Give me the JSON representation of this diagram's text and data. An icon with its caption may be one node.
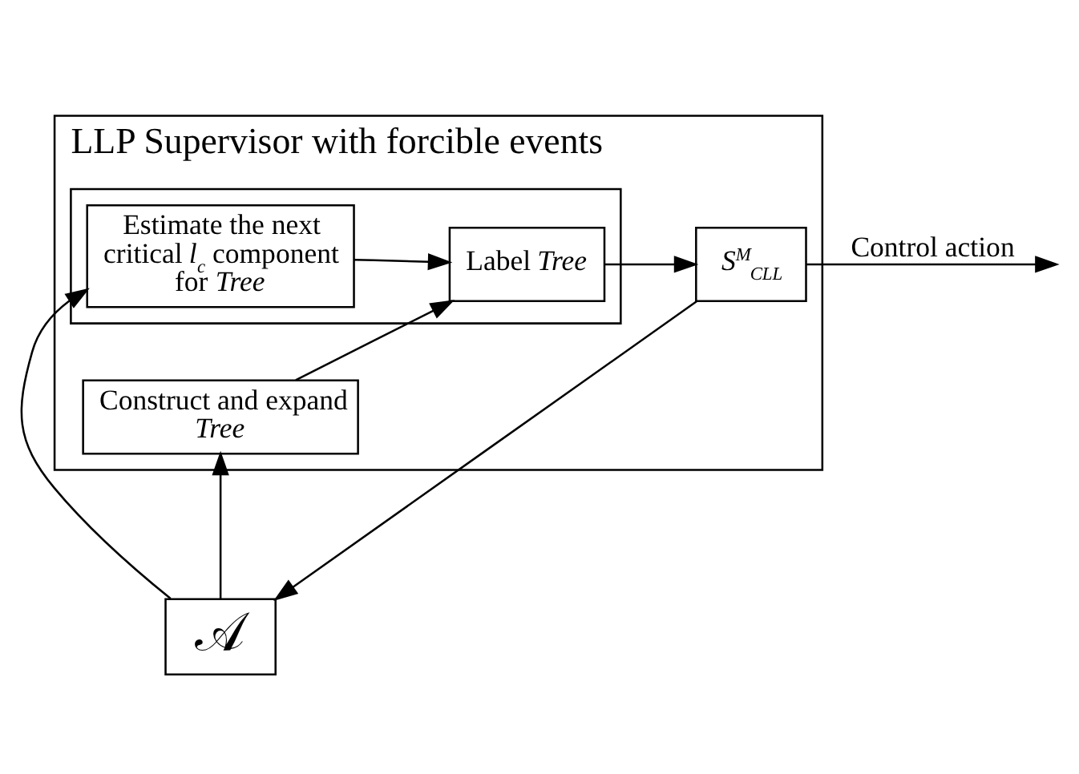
{
  "diagram": {
    "nodes": [
      {
        "text": [
          "LLP Supervisor with forcible events"
        ]
      },
      {
        "text": [],
        "shape": "box",
        "in": 0
      },
      {
        "text": [
          "Estimate the next critical *l*$_{c}$ component for *Tree*"
        ],
        "in": 1
      },
      {
        "text": [
          "Label *Tree*"
        ],
        "in": 1
      },
      {
        "text": [
          "*S*$^{M}$$_{CLL}$"
        ],
        "in": 0
      },
      {
        "text": [
          "Construct and expand *Tree*"
        ],
        "in": 0
      },
      {
        "text": [
          "𝒜"
        ]
      }
    ],
    "edges": [
      {
        "from": 2,
        "to": 3,
        "arrow": "to"
      },
      {
        "from": 3,
        "to": 4,
        "arrow": "to"
      },
      {
        "from": 4,
        "to": null,
        "arrow": "to",
        "label": "Control action"
      },
      {
        "from": 4,
        "to": 6,
        "arrow": "to"
      },
      {
        "from": 6,
        "to": 2,
        "arrow": "to"
      },
      {
        "from": 6,
        "to": 5,
        "arrow": "to"
      },
      {
        "from": 5,
        "to": 3,
        "arrow": "to"
      }
    ]
  }
}
